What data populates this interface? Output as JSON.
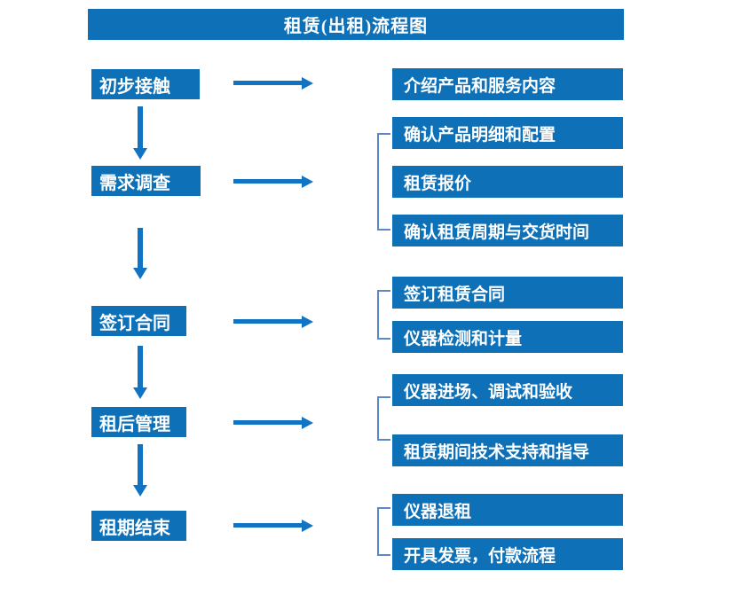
{
  "title": "租赁(出租)流程图",
  "colors": {
    "box_fill": "#0e71b8",
    "arrow": "#1173c4",
    "bracket": "#5e87c9",
    "text": "#ffffff",
    "background": "#ffffff"
  },
  "steps": [
    {
      "label": "初步接触",
      "details": [
        "介绍产品和服务内容"
      ]
    },
    {
      "label": "需求调查",
      "details": [
        "确认产品明细和配置",
        "租赁报价",
        "确认租赁周期与交货时间"
      ]
    },
    {
      "label": "签订合同",
      "details": [
        "签订租赁合同",
        "仪器检测和计量"
      ]
    },
    {
      "label": "租后管理",
      "details": [
        "仪器进场、调试和验收",
        "租赁期间技术支持和指导"
      ]
    },
    {
      "label": "租期结束",
      "details": [
        "仪器退租",
        "开具发票，付款流程"
      ]
    }
  ]
}
